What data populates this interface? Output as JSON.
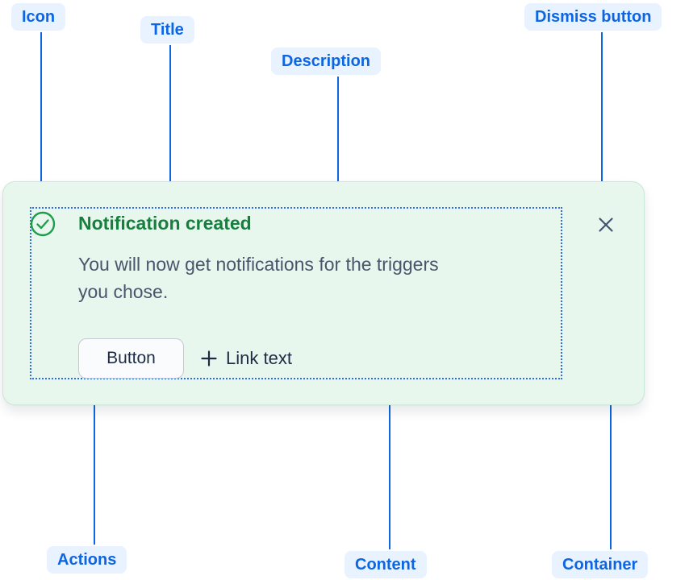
{
  "annotations": {
    "icon": {
      "label": "Icon"
    },
    "title": {
      "label": "Title"
    },
    "description": {
      "label": "Description"
    },
    "dismiss": {
      "label": "Dismiss button"
    },
    "actions": {
      "label": "Actions"
    },
    "content": {
      "label": "Content"
    },
    "container": {
      "label": "Container"
    }
  },
  "flag": {
    "title": "Notification created",
    "description": "You will now get notifications for the triggers\nyou chose.",
    "button_label": "Button",
    "link_label": "Link text"
  },
  "colors": {
    "annotation-bg": "#E9F2FF",
    "annotation-text": "#0C66E4",
    "connector": "#0C66E4",
    "flag-bg": "#E8F7EE",
    "flag-border": "#CBEAD7",
    "title-green": "#15803D",
    "icon-green": "#1F9D4D",
    "body-text": "#49556B",
    "content-outline": "#2E6BE5",
    "button-bg": "#FAFBFC",
    "button-border": "#C4CAD2",
    "button-text": "#1D2B45",
    "dismiss-color": "#44546F"
  }
}
